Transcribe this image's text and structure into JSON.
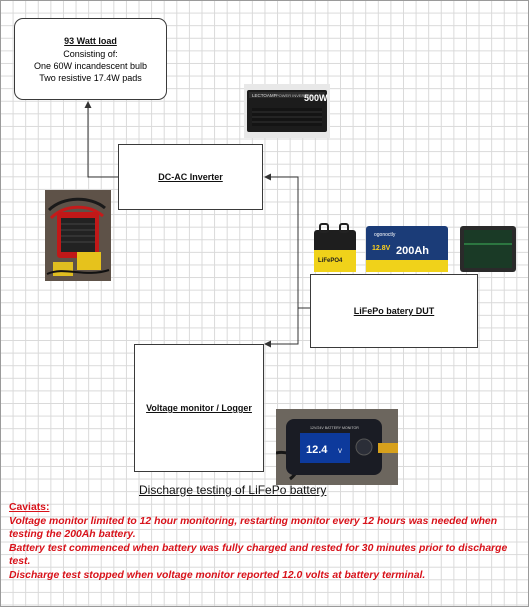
{
  "load_box": {
    "title": "93 Watt load",
    "line1": "Consisting of:",
    "line2": "One 60W incandescent bulb",
    "line3": "Two resistive 17.4W pads"
  },
  "inverter_box": {
    "label": "DC-AC Inverter"
  },
  "battery_box": {
    "label": "LiFePo batery DUT"
  },
  "logger_box": {
    "label": "Voltage monitor / Logger"
  },
  "diagram_title": "Discharge testing of LiFePo battery",
  "caveats": {
    "heading": "Caviats:",
    "items": [
      "Voltage monitor limited to 12 hour monitoring, restarting monitor every 12 hours was needed when testing the 200Ah battery.",
      "Battery test commenced when battery was fully charged and rested for 30 minutes prior to discharge test.",
      "Discharge test stopped when voltage monitor reported 12.0 volts at battery terminal."
    ]
  },
  "photos": {
    "inverter_top": {
      "brand": "LECTOAMP",
      "label": "POWER INVERTER",
      "rating": "500W"
    },
    "battery_group": {
      "brand": "ogonoctly",
      "capacity": "200Ah",
      "voltage": "12.8V",
      "chem": "LiFePO4"
    },
    "monitor": {
      "heading": "12V/24V BATTERY MONITOR",
      "reading": "12.4",
      "unit": "V"
    }
  },
  "colors": {
    "caveat_text": "#d8121a",
    "border": "#3a3a3a",
    "grid": "#d9d9d9"
  }
}
